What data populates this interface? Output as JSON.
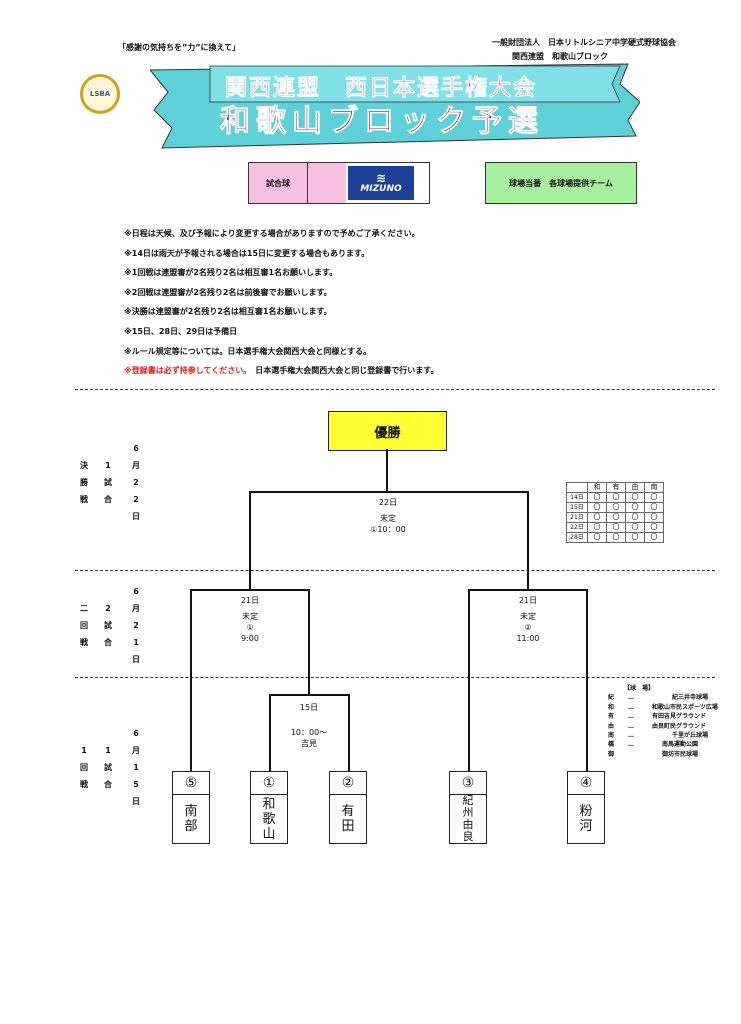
{
  "header": {
    "slogan": "「感謝の気持ちを”力”に換えて」",
    "org_line1": "一般財団法人　日本リトルシニア中学硬式野球協会",
    "org_line2": "関西連盟　和歌山ブロック",
    "logo_text": "LSBA"
  },
  "banner": {
    "line1": "関西連盟　西日本選手権大会",
    "line2": "和歌山ブロック予選",
    "color": "#5fd0d8"
  },
  "ball": {
    "label": "試合球",
    "brand": "MIZUNO"
  },
  "field": {
    "label": "球場当番　各球場提供チーム"
  },
  "notes": [
    "※日程は天候、及び予報により変更する場合がありますので予めご了承ください。",
    "※14日は雨天が予報される場合は15日に変更する場合もあります。",
    "※1回戦は連盟審が2名残り2名は相互審1名お願いします。",
    "※2回戦は連盟審が2名残り2名は前後審でお願いします。",
    "※決勝は連盟審が2名残り2名は相互審1名お願いします。",
    "※15日、28日、29日は予備日",
    "※ルール規定等については。日本選手権大会関西大会と同様とする。"
  ],
  "note_red": "※登録書は必ず持参してください。",
  "note_last": "日本選手権大会関西大会と同じ登録書で行います。",
  "rounds": {
    "final": {
      "name": [
        "決",
        "勝",
        "戦"
      ],
      "type": [
        "1",
        "試",
        "合"
      ],
      "date": [
        "6",
        "月",
        "2",
        "2",
        "日"
      ]
    },
    "second": {
      "name": [
        "二",
        "回",
        "戦"
      ],
      "type": [
        "2",
        "試",
        "合"
      ],
      "date": [
        "6",
        "月",
        "2",
        "1",
        "日"
      ]
    },
    "first": {
      "name": [
        "1",
        "回",
        "戦"
      ],
      "type": [
        "1",
        "試",
        "合"
      ],
      "date": [
        "6",
        "月",
        "1",
        "5",
        "日"
      ]
    }
  },
  "winner": "優勝",
  "games": {
    "final": {
      "date": "22日",
      "venue": "未定",
      "time": "①10：00"
    },
    "semi_left": {
      "date": "21日",
      "venue": "未定",
      "slot": "①",
      "time": "9:00"
    },
    "semi_right": {
      "date": "21日",
      "venue": "未定",
      "slot": "②",
      "time": "11:00"
    },
    "first": {
      "date": "15日",
      "time": "10：00～",
      "venue": "吉見"
    }
  },
  "teams": [
    {
      "num": "⑤",
      "name": [
        "南",
        "部"
      ]
    },
    {
      "num": "①",
      "name": [
        "和",
        "歌",
        "山"
      ]
    },
    {
      "num": "②",
      "name": [
        "有",
        "田"
      ]
    },
    {
      "num": "③",
      "name": [
        "紀",
        "州",
        "由",
        "良"
      ]
    },
    {
      "num": "④",
      "name": [
        "粉",
        "河"
      ]
    }
  ],
  "schedule": {
    "cols": [
      "和",
      "有",
      "由",
      "南"
    ],
    "rows": [
      "14日",
      "15日",
      "21日",
      "22日",
      "28日"
    ],
    "mark": "〇"
  },
  "venues": {
    "title": "【球　場】",
    "list": [
      {
        "k": "紀",
        "name": "紀三井寺球場"
      },
      {
        "k": "和",
        "name": "和歌山市民スポーツ広場"
      },
      {
        "k": "有",
        "name": "有田吉見グラウンド"
      },
      {
        "k": "由",
        "name": "由良町民グラウンド"
      },
      {
        "k": "南",
        "name": "千里が丘球場"
      },
      {
        "k": "橋",
        "name": "南馬運動公園"
      },
      {
        "k": "御",
        "name": "御坊市民球場"
      }
    ],
    "dots": "…"
  }
}
